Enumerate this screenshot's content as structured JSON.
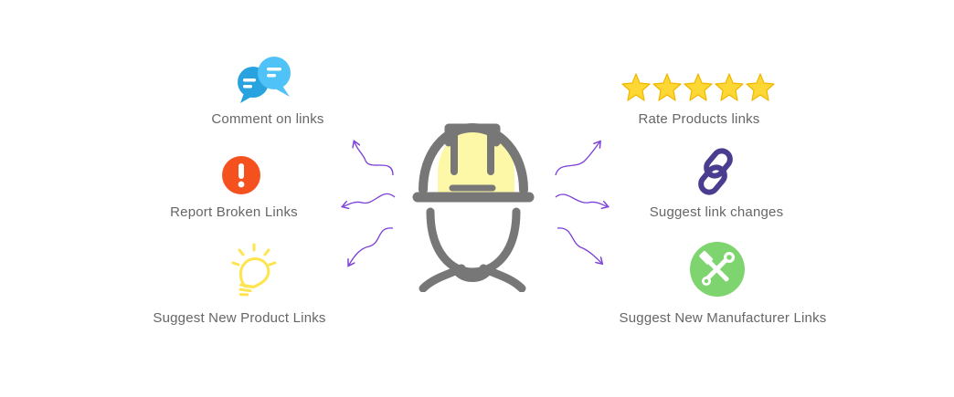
{
  "features": {
    "left": [
      {
        "label": "Comment on links",
        "icon": "chat-bubbles-icon"
      },
      {
        "label": "Report Broken Links",
        "icon": "exclamation-icon"
      },
      {
        "label": "Suggest New Product Links",
        "icon": "lightbulb-icon"
      }
    ],
    "right": [
      {
        "label": "Rate Products links",
        "icon": "five-stars-icon"
      },
      {
        "label": "Suggest link changes",
        "icon": "chain-link-icon"
      },
      {
        "label": "Suggest New Manufacturer Links",
        "icon": "tools-icon"
      }
    ]
  },
  "colors": {
    "chat_light": "#4fc3f7",
    "chat_dark": "#29a3e0",
    "alert": "#f4511e",
    "bulb": "#ffe44d",
    "star": "#fdd835",
    "chain": "#4a3d8f",
    "tools": "#7ed56f",
    "helmet": "#fdf7a8",
    "worker_outline": "#777777",
    "arrow": "#7a3ed6",
    "label_text": "#666666"
  }
}
